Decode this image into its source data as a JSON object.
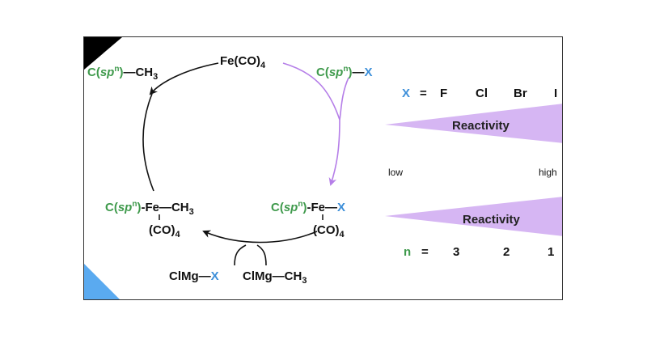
{
  "cycle": {
    "catalyst": {
      "main": "Fe(CO)",
      "sub": "4"
    },
    "product": {
      "c": "C(",
      "sp": "sp",
      "n": "n",
      "close": ")",
      "dash": "—CH",
      "sub": "3"
    },
    "substrate": {
      "c": "C(",
      "sp": "sp",
      "n": "n",
      "close": ")",
      "dash": "—",
      "x": "X"
    },
    "oxidative_intermediate": {
      "c": "C(",
      "sp": "sp",
      "n": "n",
      "close": ")",
      "fe": "-Fe—",
      "x": "X",
      "co": "(CO)",
      "sub": "4"
    },
    "transmetalated_intermediate": {
      "c": "C(",
      "sp": "sp",
      "n": "n",
      "close": ")",
      "fe": "-Fe—CH",
      "sub": "3",
      "co": "(CO)",
      "co_sub": "4"
    },
    "grignard_reagent": {
      "text": "ClMg—CH",
      "sub": "3"
    },
    "grignard_byproduct": {
      "text": "ClMg—",
      "x": "X"
    }
  },
  "halogen_trend": {
    "label_x": "X",
    "equals": "=",
    "items": [
      "F",
      "Cl",
      "Br",
      "I"
    ],
    "reactivity_label": "Reactivity"
  },
  "scale": {
    "low": "low",
    "high": "high"
  },
  "hybridization_trend": {
    "label_n": "n",
    "equals": "=",
    "items": [
      "3",
      "2",
      "1"
    ],
    "reactivity_label": "Reactivity"
  },
  "colors": {
    "green": "#3f9a4c",
    "blue": "#3d8fd9",
    "purple": "#b57ee8",
    "wedge": "#d6b6f3",
    "corner_black": "#000000",
    "corner_blue": "#5aaaf0"
  }
}
